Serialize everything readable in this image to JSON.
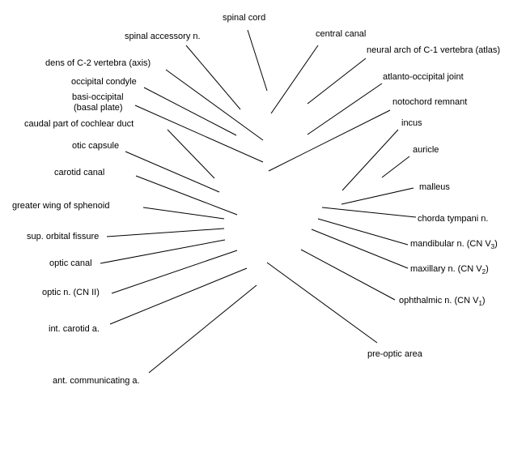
{
  "labels": {
    "spinal_cord": "spinal cord",
    "spinal_accessory_n": "spinal accessory n.",
    "central_canal": "central canal",
    "dens": "dens of C-2 vertebra (axis)",
    "neural_arch": "neural arch of C-1 vertebra (atlas)",
    "occipital_condyle": "occipital condyle",
    "atlanto_occipital_joint": "atlanto-occipital joint",
    "basi_occipital_1": "basi-occipital",
    "basi_occipital_2": "(basal plate)",
    "notochord_remnant": "notochord remnant",
    "caudal_cochlear_duct": "caudal part of cochlear duct",
    "incus": "incus",
    "otic_capsule": "otic capsule",
    "auricle": "auricle",
    "carotid_canal": "carotid canal",
    "malleus": "malleus",
    "greater_wing_sphenoid": "greater wing of sphenoid",
    "chorda_tympani_n": "chorda tympani n.",
    "sup_orbital_fissure": "sup. orbital fissure",
    "mandibular_n": "mandibular n. (CN V",
    "mandibular_sub": "3",
    "optic_canal": "optic canal",
    "maxillary_n": "maxillary n. (CN V",
    "maxillary_sub": "2",
    "optic_n": "optic n. (CN II)",
    "ophthalmic_n": "ophthalmic n. (CN V",
    "ophthalmic_sub": "1",
    "int_carotid_a": "int. carotid a.",
    "pre_optic_area": "pre-optic area",
    "ant_communicating_a": "ant. communicating a.",
    "close_paren": ")"
  }
}
